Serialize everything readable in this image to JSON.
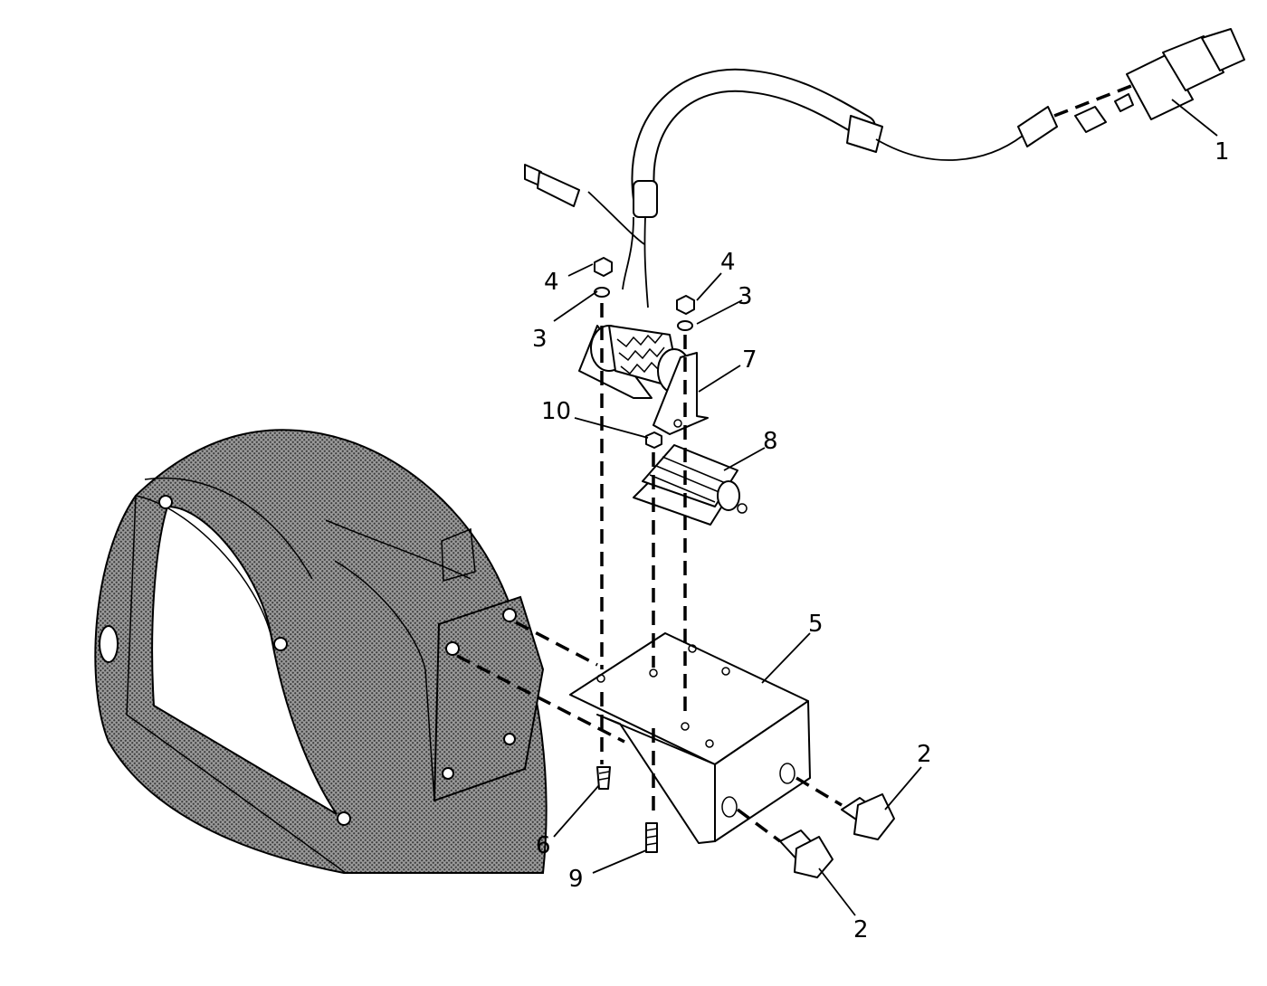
{
  "diagram": {
    "callouts": [
      {
        "id": "c1",
        "label": "1"
      },
      {
        "id": "c2a",
        "label": "2"
      },
      {
        "id": "c2b",
        "label": "2"
      },
      {
        "id": "c3a",
        "label": "3"
      },
      {
        "id": "c3b",
        "label": "3"
      },
      {
        "id": "c4a",
        "label": "4"
      },
      {
        "id": "c4b",
        "label": "4"
      },
      {
        "id": "c5",
        "label": "5"
      },
      {
        "id": "c6",
        "label": "6"
      },
      {
        "id": "c7",
        "label": "7"
      },
      {
        "id": "c8",
        "label": "8"
      },
      {
        "id": "c9",
        "label": "9"
      },
      {
        "id": "c10",
        "label": "10"
      }
    ],
    "colors": {
      "line": "#000000",
      "background": "#ffffff",
      "halftone": "#6e6e6e"
    }
  }
}
